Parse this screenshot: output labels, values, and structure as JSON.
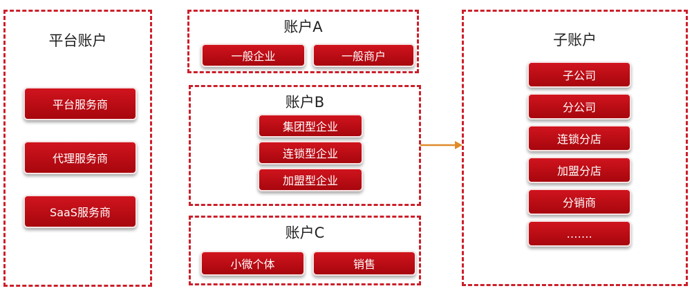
{
  "platform": {
    "title": "平台账户",
    "items": [
      "平台服务商",
      "代理服务商",
      "SaaS服务商"
    ]
  },
  "account_a": {
    "title": "账户A",
    "items": [
      "一般企业",
      "一般商户"
    ]
  },
  "account_b": {
    "title": "账户B",
    "items": [
      "集团型企业",
      "连锁型企业",
      "加盟型企业"
    ]
  },
  "account_c": {
    "title": "账户C",
    "items": [
      "小微个体",
      "销售"
    ]
  },
  "sub_account": {
    "title": "子账户",
    "items": [
      "子公司",
      "分公司",
      "连锁分店",
      "加盟分店",
      "分销商",
      "……."
    ]
  },
  "colors": {
    "dashed_border": "#cc1f2a",
    "pill_fill": "#b80c14",
    "arrow": "#e08a2a"
  }
}
